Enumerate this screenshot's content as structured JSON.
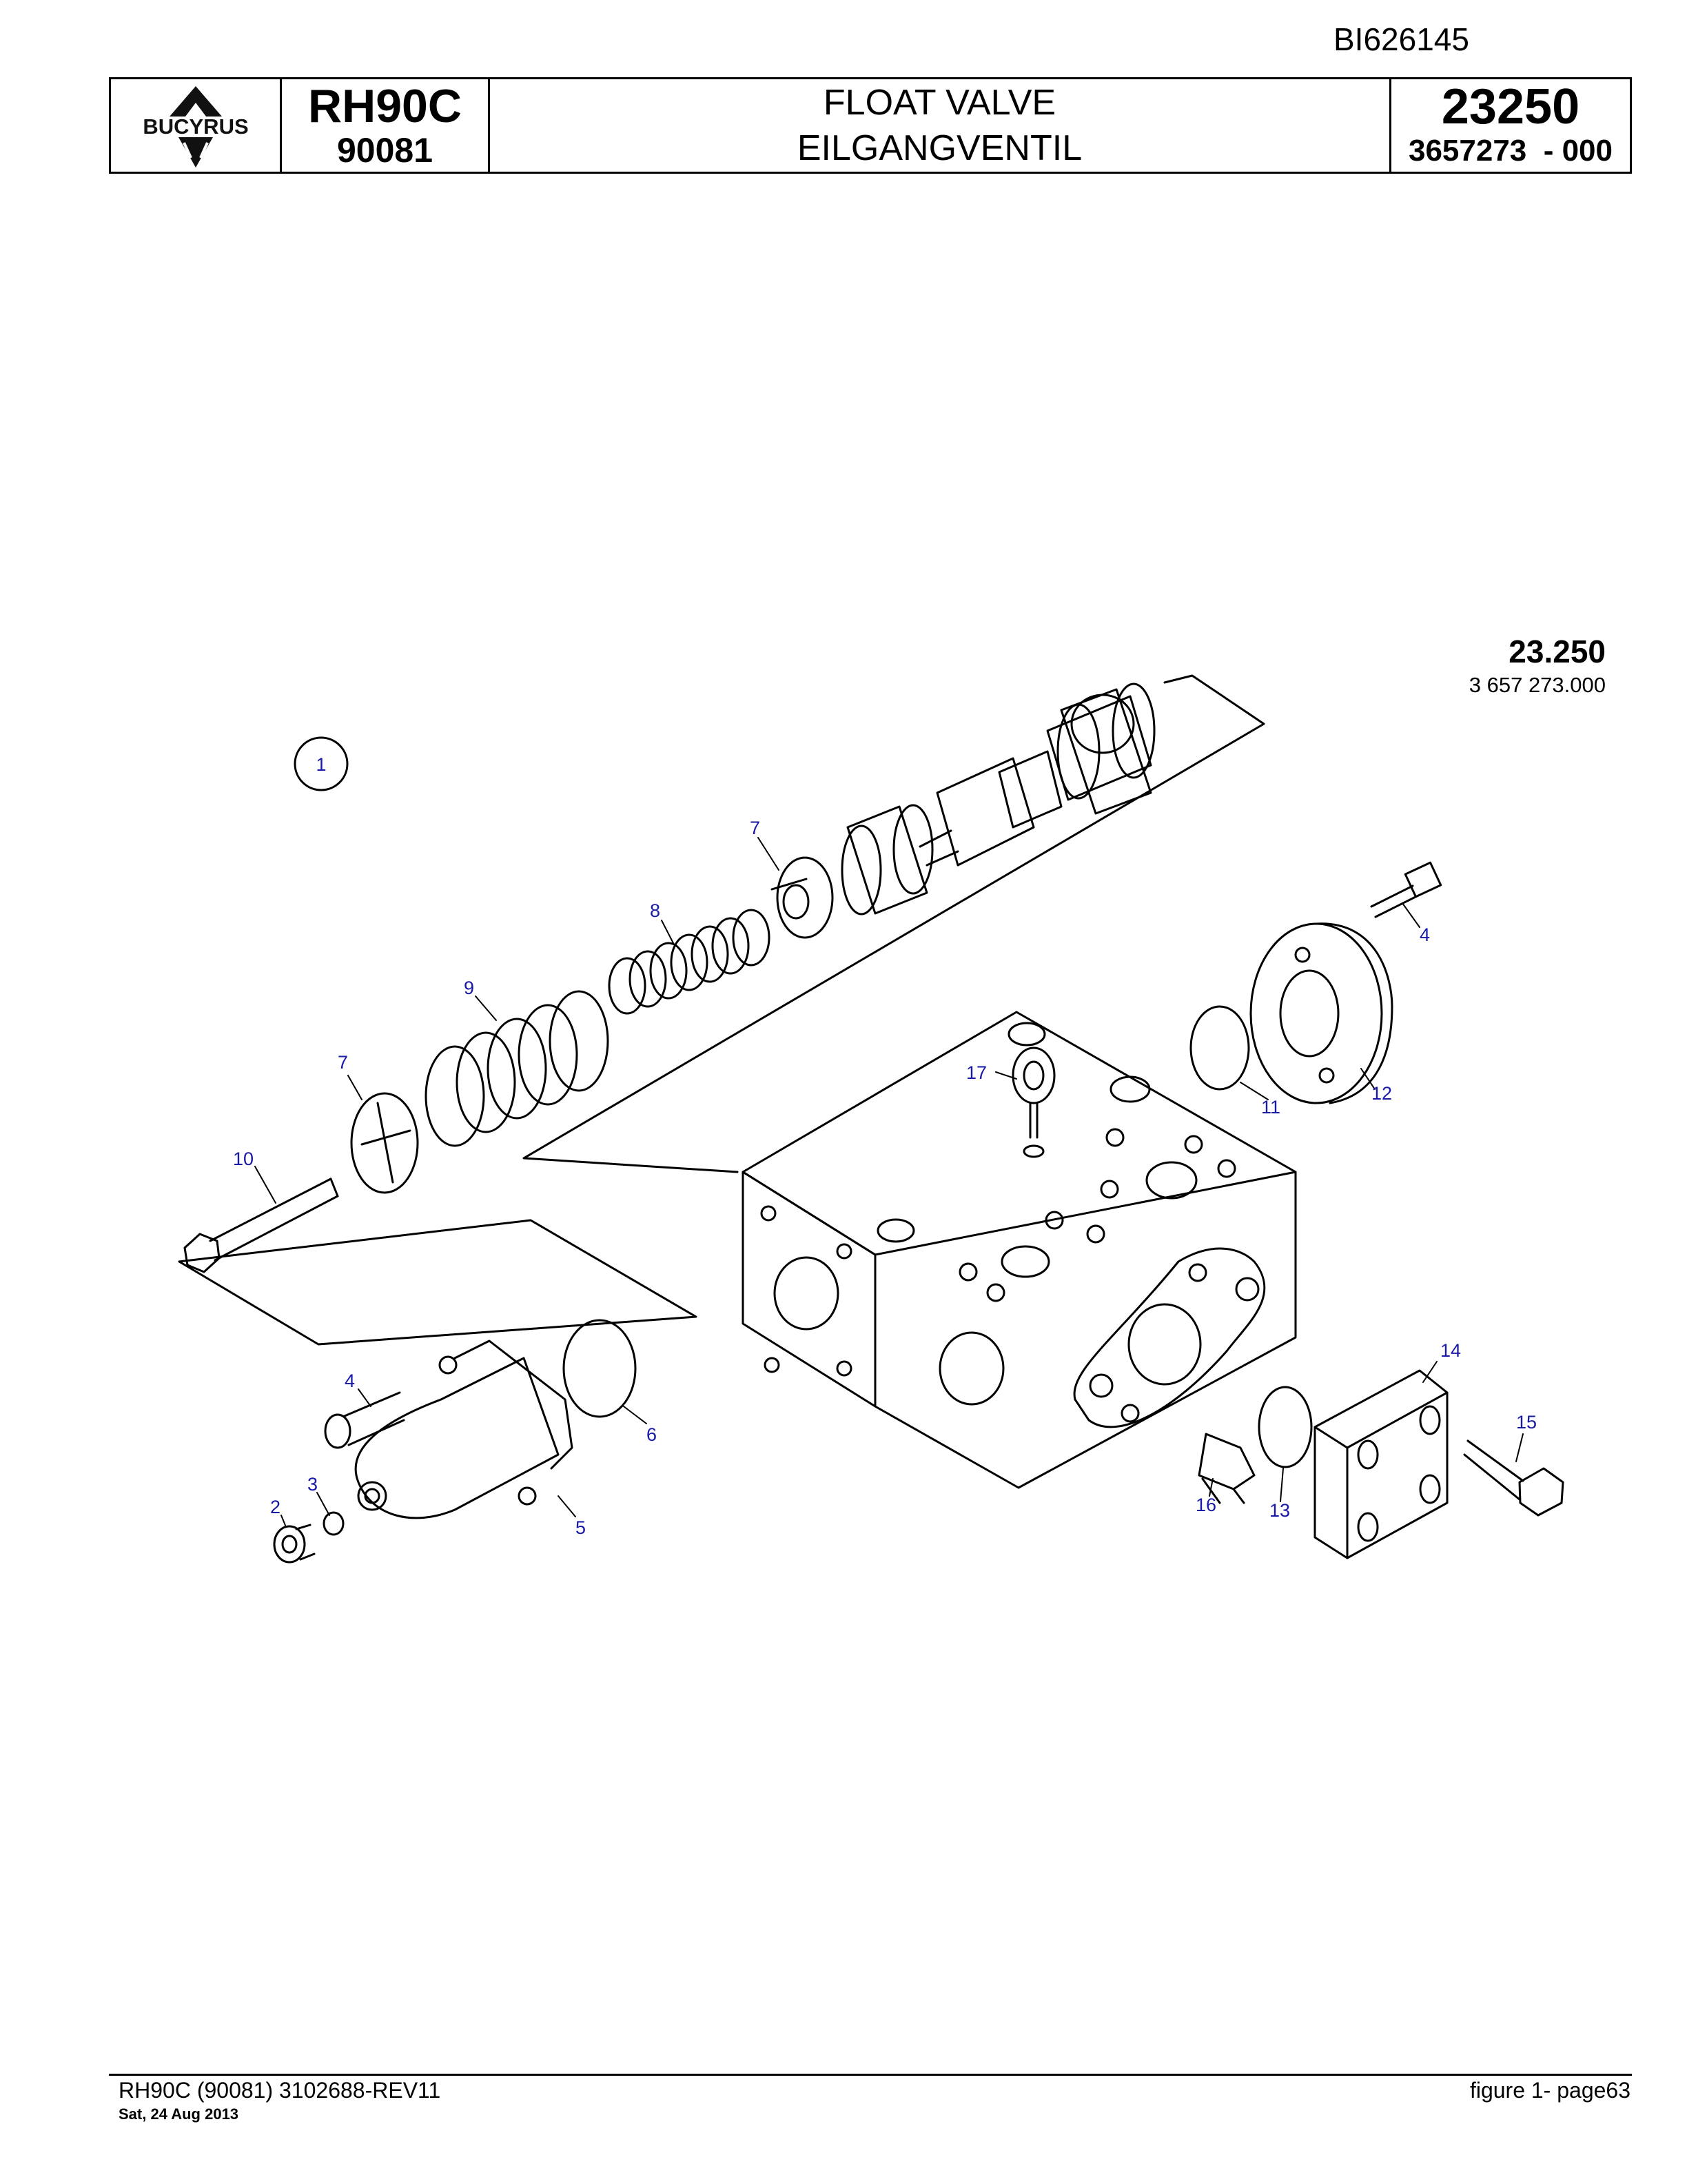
{
  "document_id": "BI626145",
  "header": {
    "logo_text": "BUCYRUS",
    "model": "RH90C",
    "serial": "90081",
    "title_en": "FLOAT VALVE",
    "title_de": "EILGANGVENTIL",
    "group_number": "23250",
    "part_number": "3657273  - 000"
  },
  "drawing": {
    "group_title": "23.250",
    "group_part": "3 657 273.000",
    "callout_circle": "1",
    "refs": [
      "7",
      "8",
      "9",
      "7",
      "10",
      "17",
      "4",
      "11",
      "12",
      "4",
      "6",
      "5",
      "3",
      "2",
      "14",
      "15",
      "16",
      "13"
    ]
  },
  "footer": {
    "doc_ref": "RH90C (90081) 3102688-REV11",
    "date": "Sat, 24 Aug 2013",
    "page_ref": "figure  1- page63"
  }
}
